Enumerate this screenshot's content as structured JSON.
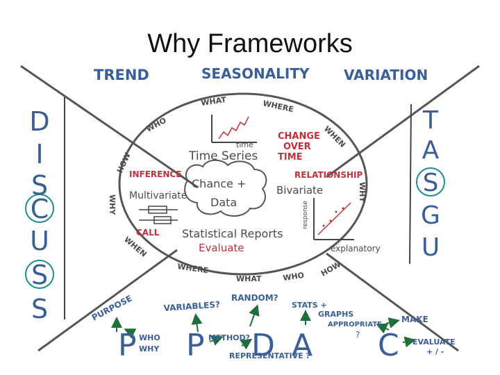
{
  "slide": {
    "title": "Why Frameworks"
  },
  "colors": {
    "ink": "#4a4a4a",
    "blue": "#3a5f97",
    "red": "#c0303a",
    "teal": "#1a8f8a",
    "green": "#1f6f3a"
  },
  "top_row": {
    "trend": "TREND",
    "seasonality": "SEASONALITY",
    "variation": "VARIATION"
  },
  "discuss_letters": [
    "D",
    "I",
    "S",
    "C",
    "U",
    "S",
    "S"
  ],
  "tasgu_letters": [
    "T",
    "A",
    "S",
    "G",
    "U"
  ],
  "circled_letters_note": "C, S (DISCUSS) and S (TASGU) are circled in teal",
  "ring_words": {
    "what_top": "WHAT",
    "where_top": "WHERE",
    "who": "WHO",
    "how_left": "HOW",
    "when_right": "WHEN",
    "why_left": "WHY",
    "why_right": "WHY",
    "when_bottom": "WHEN",
    "where_bottom": "WHERE",
    "what_bottom": "WHAT",
    "who_bottom": "WHO",
    "how_bottom": "HOW"
  },
  "inner": {
    "time_series": "Time  Series",
    "time_axis": "time",
    "change_over_time": [
      "CHANGE",
      "OVER",
      "TIME"
    ],
    "inference": "INFERENCE",
    "multivariate": "Multivariate",
    "chance": "Chance +",
    "data": "Data",
    "relationship": "RELATIONSHIP",
    "bivariate": "Bivariate",
    "response": "response",
    "explanatory": "explanatory",
    "call": "CALL",
    "statistical_reports": "Statistical  Reports",
    "evaluate": "Evaluate"
  },
  "bottom": {
    "purpose": "PURPOSE",
    "variables": "VARIABLES?",
    "random": "RANDOM?",
    "stats": "STATS +",
    "graphs": "GRAPHS",
    "appropriate": "APPROPRIATE",
    "q1": "?",
    "make": "MAKE",
    "p1": "P",
    "who": "WHO",
    "why": "WHY",
    "p2": "P",
    "method": "METHOD?",
    "d": "D",
    "a": "A",
    "c": "C",
    "evaluate": "EVALUATE",
    "plusminus": "+ / -",
    "representative": "REPRESENTATIVE ?"
  }
}
